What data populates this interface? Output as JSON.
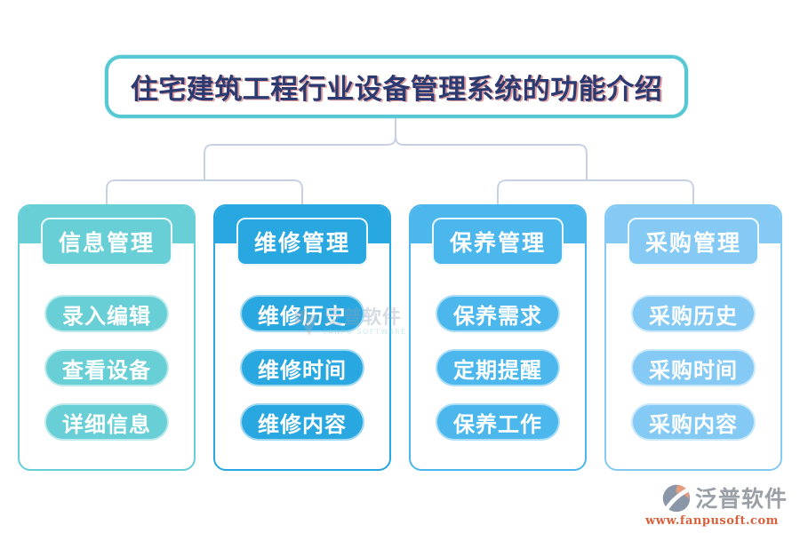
{
  "page": {
    "background": "#ffffff"
  },
  "title": {
    "text": "住宅建筑工程行业设备管理系统的功能介绍",
    "border_color": "#55c8d3",
    "text_color": "#2b3a70",
    "shadow_color": "#c94f4f"
  },
  "connector_color": "#c8d1e3",
  "columns": [
    {
      "id": "info",
      "label": "信息管理",
      "color": "#68cfd6",
      "items": [
        "录入编辑",
        "查看设备",
        "详细信息"
      ]
    },
    {
      "id": "repair",
      "label": "维修管理",
      "color": "#29a7e1",
      "items": [
        "维修历史",
        "维修时间",
        "维修内容"
      ]
    },
    {
      "id": "maintenance",
      "label": "保养管理",
      "color": "#4bb7ed",
      "items": [
        "保养需求",
        "定期提醒",
        "保养工作"
      ]
    },
    {
      "id": "procurement",
      "label": "采购管理",
      "color": "#84caf4",
      "items": [
        "采购历史",
        "采购时间",
        "采购内容"
      ]
    }
  ],
  "watermark": {
    "text": "泛普软件",
    "subtext": "FANPU SOFTWARE"
  },
  "footer": {
    "brand": "泛普软件",
    "url": "www.fanpusoft.com",
    "brand_color": "#9aa0a6",
    "url_color": "#d9603b"
  }
}
